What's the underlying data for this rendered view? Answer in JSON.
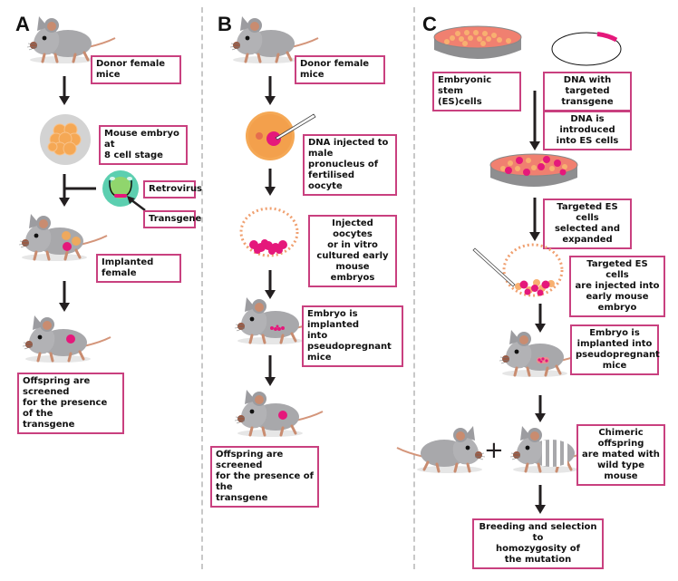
{
  "title": "Methods for generating transgenic and knockout mice",
  "colors": {
    "label_border": "#c9407f",
    "magenta": "#e5187b",
    "orange_cell": "#f5a855",
    "mouse_grey": "#a8a8ab",
    "arrow": "#231f20",
    "divider": "#c8c8c8"
  },
  "panels": {
    "a": {
      "letter": "A",
      "steps": {
        "donor": "Donor female mice",
        "embryo": "Mouse embryo at\n8 cell stage",
        "retrovirus": "Retrovirus",
        "transgene": "Transgene",
        "implanted": "Implanted female",
        "offspring": "Offspring are screened\nfor the presence of the\ntransgene"
      }
    },
    "b": {
      "letter": "B",
      "steps": {
        "donor": "Donor female mice",
        "dna_injected": "DNA injected to\nmale pronucleus of\nfertilised oocyte",
        "oocytes": "Injected oocytes\nor in vitro\ncultured early\nmouse embryos",
        "implanted": "Embryo is implanted\ninto pseudopregnant\nmice",
        "offspring": "Offspring are screened\nfor the presence of the\ntransgene"
      }
    },
    "c": {
      "letter": "C",
      "steps": {
        "es_cells": "Embryonic stem\n(ES)cells",
        "dna_targeted": "DNA with targeted\ntransgene",
        "introduced": "DNA is introduced\ninto ES cells",
        "selected": "Targeted ES cells\nselected and\nexpanded",
        "injected": "Targeted ES cells\nare injected into\nearly mouse embryo",
        "implanted": "Embryo is\nimplanted into\npseudopregnant\nmice",
        "chimeric": "Chimeric offspring\nare mated with\nwild type mouse",
        "breeding": "Breeding and selection to\nhomozygosity of\nthe mutation"
      },
      "plus_sign": "+"
    }
  }
}
